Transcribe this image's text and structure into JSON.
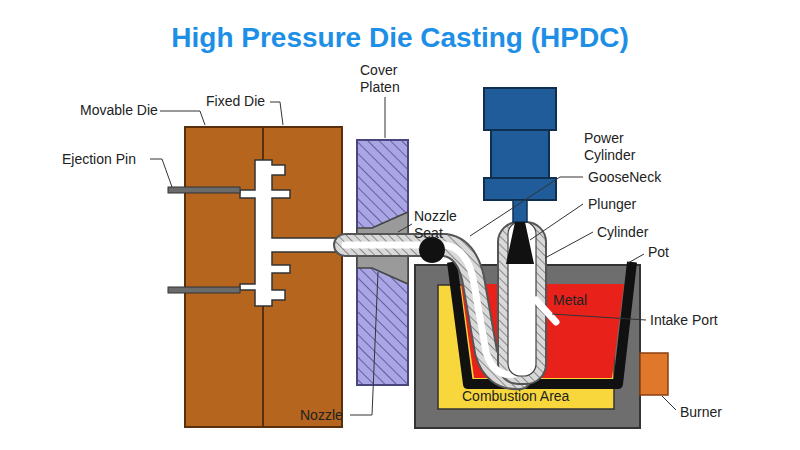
{
  "diagram": {
    "title": "High Pressure Die Casting (HPDC)",
    "labels": [
      "Movable Die",
      "Fixed Die",
      "Cover Platen",
      "Ejection Pin",
      "Nozzle Seat",
      "Power Cylinder",
      "GooseNeck",
      "Plunger",
      "Cylinder",
      "Pot",
      "Metal",
      "Intake Port",
      "Combustion Area",
      "Burner",
      "Nozzle"
    ]
  }
}
